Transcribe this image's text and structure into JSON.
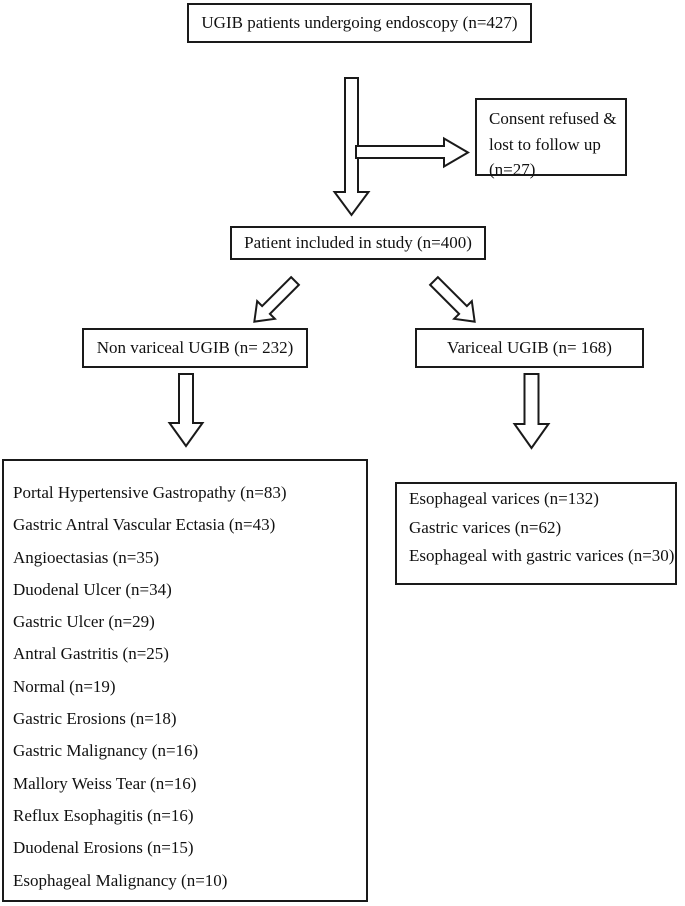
{
  "colors": {
    "line": "#1a1a1a",
    "text": "#111111",
    "bg": "#ffffff"
  },
  "diagram": {
    "title_box": {
      "label": "UGIB patients undergoing endoscopy (n=427)"
    },
    "consent_box": {
      "lines": [
        "Consent refused &",
        "lost to follow up",
        "(n=27)"
      ]
    },
    "included_box": {
      "label": "Patient included in study (n=400)"
    },
    "non_variceal_box": {
      "label": "Non variceal UGIB (n= 232)"
    },
    "variceal_box": {
      "label": "Variceal UGIB (n= 168)"
    },
    "non_variceal_findings": [
      "Portal Hypertensive Gastropathy (n=83)",
      "Gastric Antral Vascular Ectasia (n=43)",
      "Angioectasias (n=35)",
      "Duodenal Ulcer (n=34)",
      "Gastric Ulcer (n=29)",
      "Antral Gastritis (n=25)",
      "Normal (n=19)",
      "Gastric Erosions (n=18)",
      "Gastric Malignancy (n=16)",
      "Mallory Weiss Tear (n=16)",
      "Reflux Esophagitis (n=16)",
      "Duodenal Erosions (n=15)",
      "Esophageal Malignancy (n=10)"
    ],
    "variceal_findings": [
      "Esophageal varices (n=132)",
      "Gastric varices (n=62)",
      "Esophageal with gastric varices (n=30)"
    ]
  }
}
